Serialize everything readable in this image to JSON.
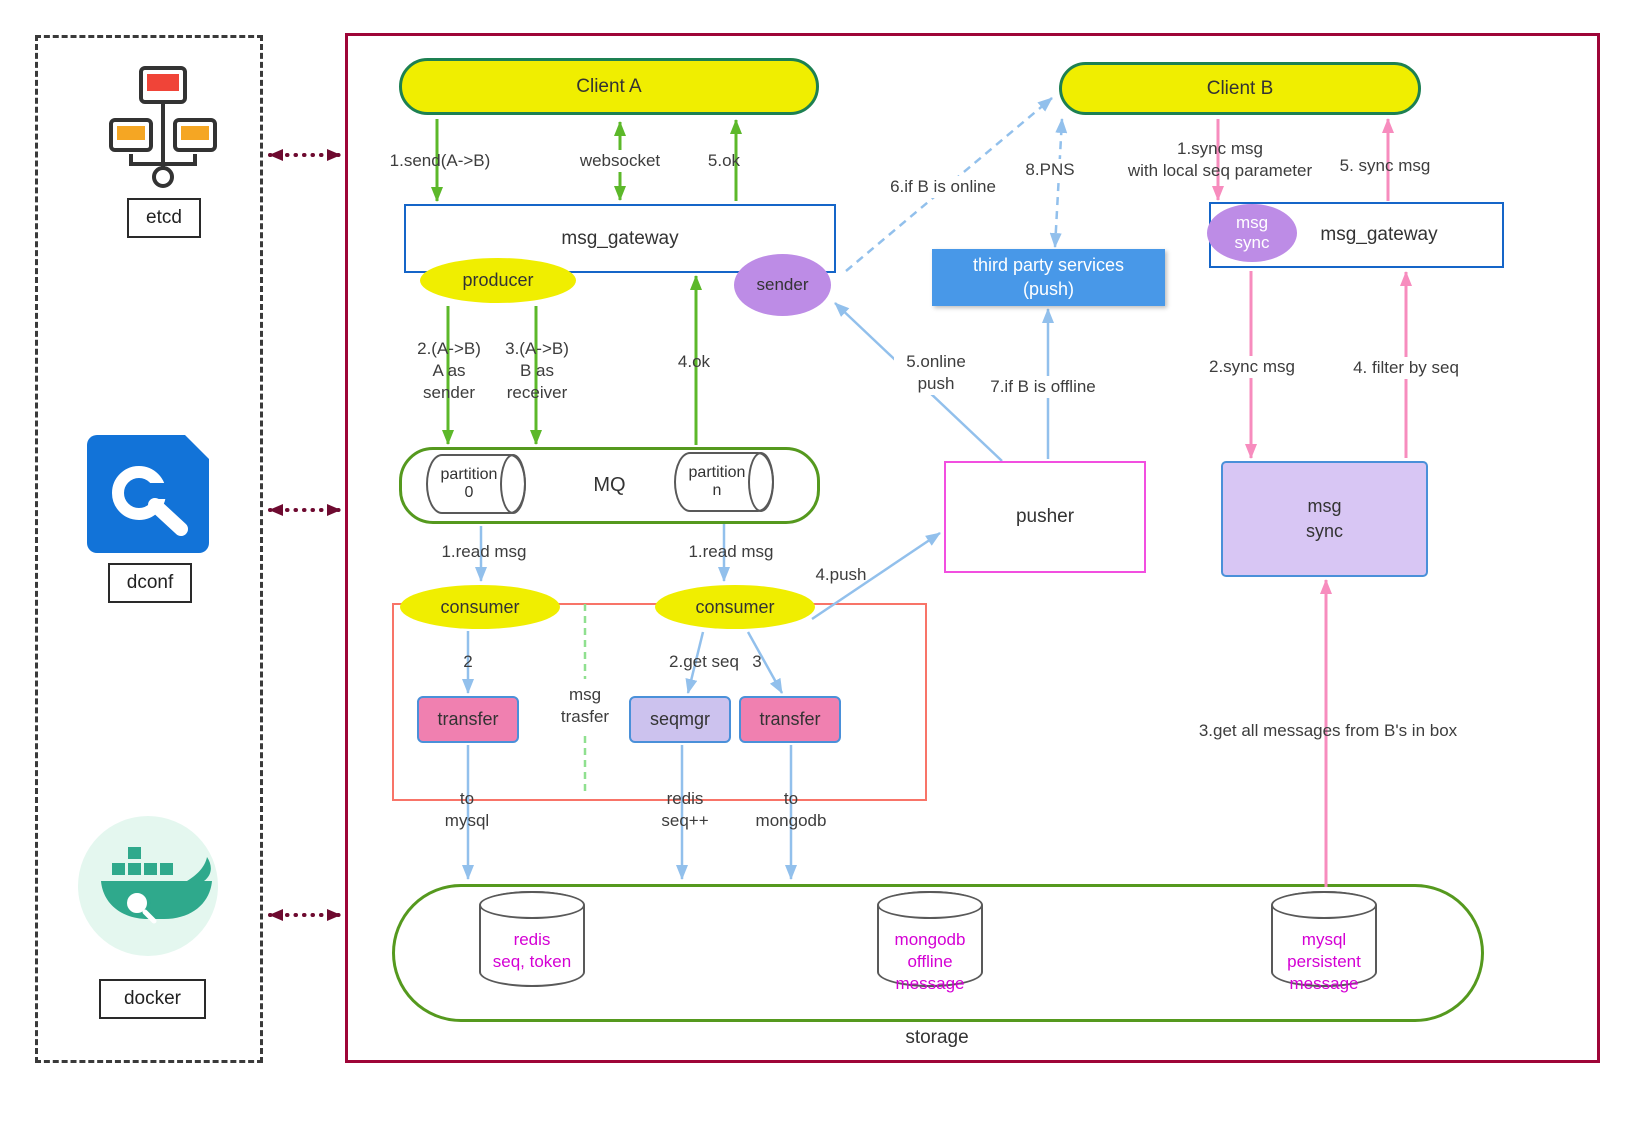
{
  "left_panel": {
    "etcd_label": "etcd",
    "dconf_label": "dconf",
    "docker_label": "docker"
  },
  "clients": {
    "client_a": "Client A",
    "client_b": "Client B"
  },
  "gateway_left": {
    "title": "msg_gateway",
    "producer": "producer",
    "sender": "sender"
  },
  "gateway_right": {
    "title": "msg_gateway",
    "msg_sync_ellipse": "msg\nsync"
  },
  "mq": {
    "title": "MQ",
    "partition_0": "partition\n0",
    "partition_n": "partition\nn"
  },
  "consumers": {
    "left": "consumer",
    "right": "consumer"
  },
  "transfer": {
    "transfer_left": "transfer",
    "seqmgr": "seqmgr",
    "transfer_right": "transfer",
    "divider_label": "msg\ntrasfer"
  },
  "pusher": "pusher",
  "third_party": "third party services\n(push)",
  "msg_sync_box": "msg\nsync",
  "storage": {
    "title": "storage",
    "redis": "redis\nseq, token",
    "mongodb": "mongodb\noffline\nmessage",
    "mysql": "mysql\npersistent\nmessage"
  },
  "arrow_labels": {
    "send_1": "1.send(A->B)",
    "websocket": "websocket",
    "ok_5": "5.ok",
    "a_as_sender": "2.(A->B)\nA as\nsender",
    "b_as_receiver": "3.(A->B)\nB as\nreceiver",
    "ok_4": "4.ok",
    "read_msg_left": "1.read msg",
    "read_msg_right": "1.read msg",
    "step_2": "2",
    "get_seq": "2.get seq",
    "step_3": "3",
    "to_mysql": "to\nmysql",
    "redis_seq": "redis\nseq++",
    "to_mongodb": "to\nmongodb",
    "push_4": "4.push",
    "online_push": "5.online\npush",
    "if_b_offline": "7.if B is offline",
    "if_b_online": "6.if B is online",
    "pns": "8.PNS",
    "sync_msg_1": "1.sync msg\nwith local seq parameter",
    "sync_msg_5": "5. sync msg",
    "sync_msg_2": "2.sync msg",
    "filter_by_seq": "4. filter by seq",
    "get_all_messages": "3.get all messages from B's in box"
  },
  "colors": {
    "main_border": "#9e0538",
    "yellow": "#f0ee00",
    "client_border": "#1d8052",
    "green_container": "#55991e",
    "green_arrow": "#5cb82a",
    "blue_box": "#1565c8",
    "blue_arrow": "#92c0ec",
    "pink_arrow": "#f78cbe",
    "purple_ellipse": "#bd8ce6",
    "pusher_border": "#f24fe0",
    "red_box_border": "#f87468",
    "db_text_magenta": "#d400d4",
    "third_party_bg": "#4898e8",
    "transfer_pink": "#f080b0",
    "seqmgr_fill": "#ccc2ee",
    "msg_sync_fill": "#d8c6f4",
    "etcd_link": "#6e0a30"
  }
}
